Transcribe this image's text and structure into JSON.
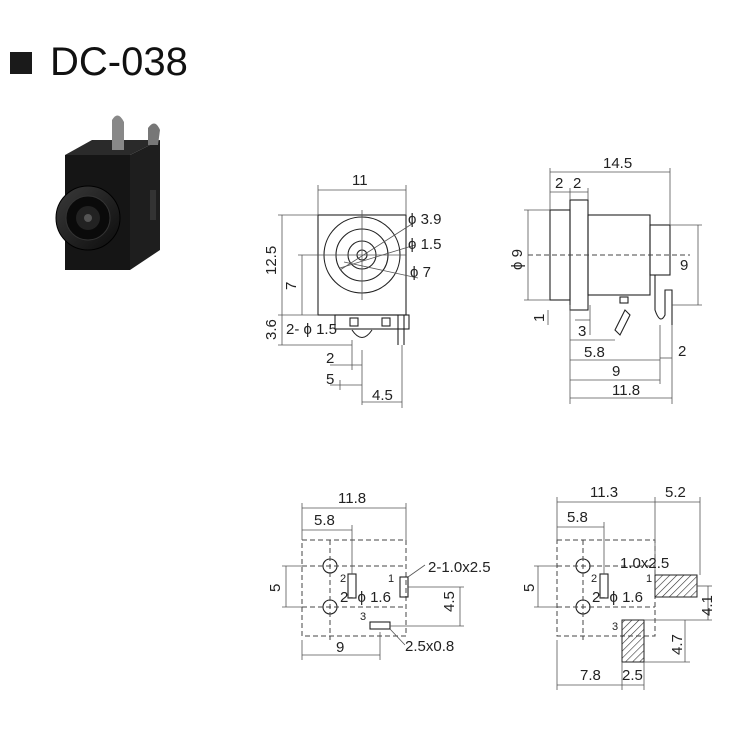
{
  "title": "DC-038",
  "front_view": {
    "width": "11",
    "height": "12.5",
    "center_height": "7",
    "pin_offset": "3.6",
    "pin_dia": "2- ϕ 1.5",
    "hole_dia_1": "ϕ 3.9",
    "hole_dia_2": "ϕ 1.5",
    "hole_dia_3": "ϕ 7",
    "pin_spacing_1": "2",
    "pin_spacing_2": "5",
    "pin_spacing_3": "4.5"
  },
  "side_view": {
    "length": "14.5",
    "flange_1": "2",
    "flange_2": "2",
    "barrel_dia": "ϕ 9",
    "height": "9",
    "bottom_offset": "1",
    "pin_1": "3",
    "pin_2": "5.8",
    "pin_3": "9",
    "pin_4": "11.8",
    "pin_5": "2"
  },
  "pcb_layout_left": {
    "width": "11.8",
    "offset": "5.8",
    "vertical": "5",
    "slot_label": "2-1.0x2.5",
    "hole_label": "2- ϕ 1.6",
    "pin_distance": "4.5",
    "bottom_width": "9",
    "bottom_slot": "2.5x0.8",
    "pin1": "1",
    "pin2": "2",
    "pin3": "3"
  },
  "pcb_layout_right": {
    "width": "11.3",
    "tab_width": "5.2",
    "offset": "5.8",
    "vertical": "5",
    "slot_label": "1.0x2.5",
    "hole_label": "2- ϕ 1.6",
    "tab_height": "4.1",
    "tab_height_2": "4.7",
    "bottom_1": "7.8",
    "bottom_2": "2.5",
    "pin1": "1",
    "pin2": "2",
    "pin3": "3"
  }
}
